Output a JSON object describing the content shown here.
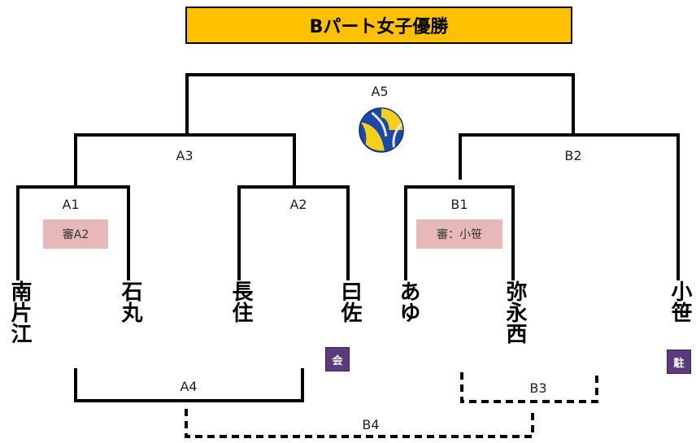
{
  "title": "Bパート女子優勝",
  "matches": {
    "a1": "A1",
    "a2": "A2",
    "a3": "A3",
    "a4": "A4",
    "a5": "A5",
    "b1": "B1",
    "b2": "B2",
    "b3": "B3",
    "b4": "B4"
  },
  "referees": {
    "a1": "審A2",
    "b1": "審：小笹"
  },
  "teams": {
    "t1": "南片江",
    "t2": "石丸",
    "t3": "長住",
    "t4": "曰佐",
    "t5": "あゆ",
    "t6": "弥永西",
    "t7": "小笹"
  },
  "badges": {
    "hui": "会",
    "zhu": "駐"
  },
  "colors": {
    "title_bg": "#FFC000",
    "referee_bg": "#E6B8B7",
    "badge_bg": "#5B3A7E"
  },
  "icons": {
    "ball": "volleyball-icon"
  }
}
